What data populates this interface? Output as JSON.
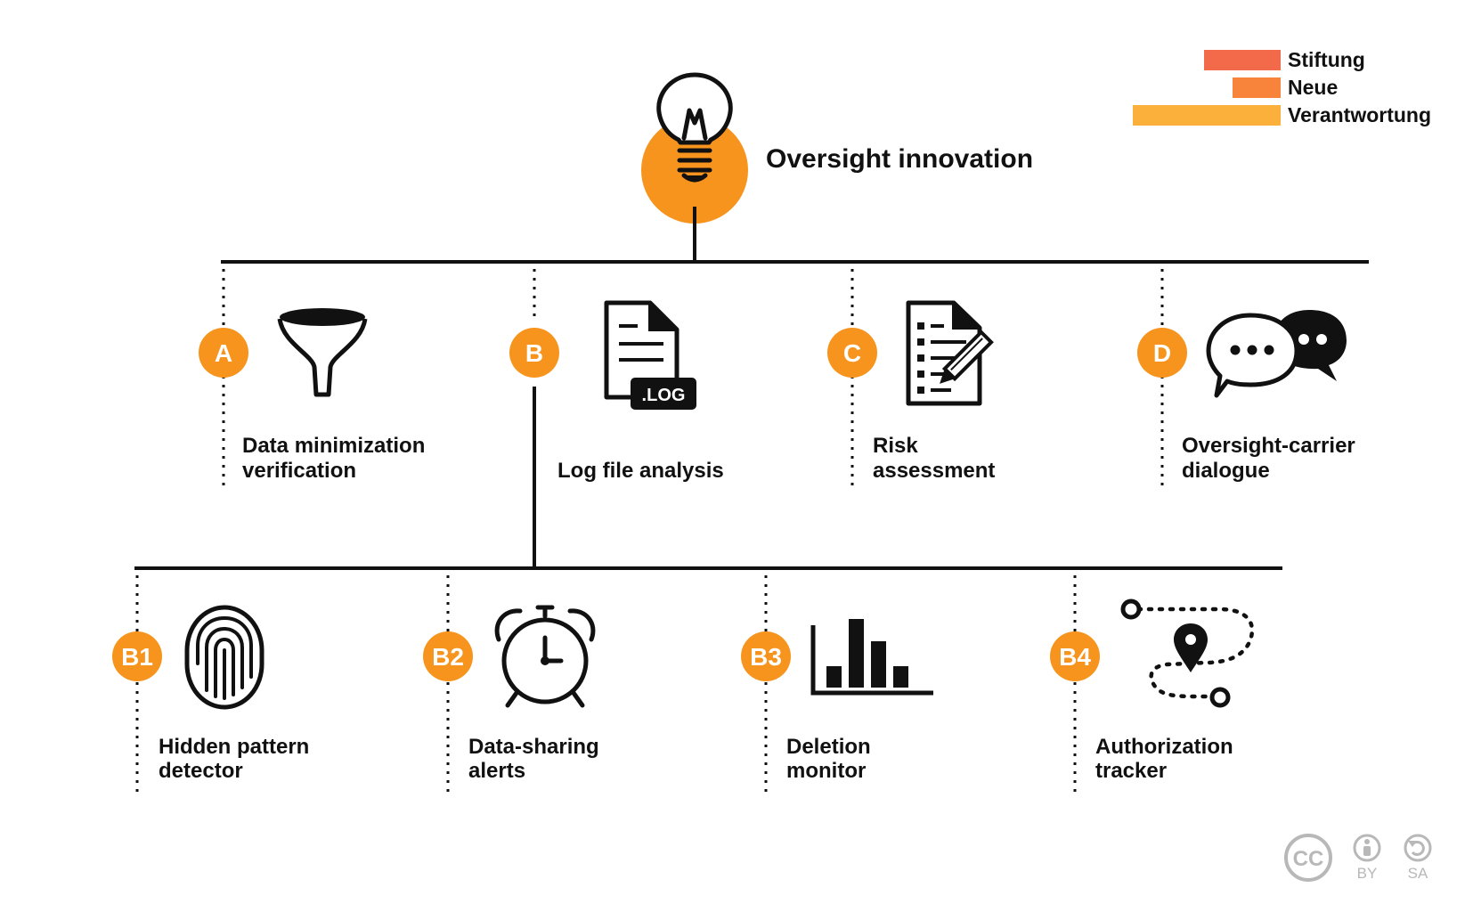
{
  "colors": {
    "accent": "#f7941d",
    "ink": "#111111",
    "logo_bar_1": "#f36a4a",
    "logo_bar_2": "#f7843a",
    "logo_bar_3": "#fbb03b",
    "cc_gray": "#b8b8b8"
  },
  "logo": {
    "line1": "Stiftung",
    "line2": "Neue",
    "line3": "Verantwortung"
  },
  "root": {
    "title": "Oversight innovation",
    "icon": "lightbulb-icon"
  },
  "level1": [
    {
      "badge": "A",
      "icon": "funnel-icon",
      "line1": "Data minimization",
      "line2": "verification"
    },
    {
      "badge": "B",
      "icon": "log-file-icon",
      "icon_text": ".LOG",
      "line1": "",
      "line2": "Log file analysis"
    },
    {
      "badge": "C",
      "icon": "checklist-pencil-icon",
      "line1": "Risk",
      "line2": "assessment"
    },
    {
      "badge": "D",
      "icon": "speech-bubbles-icon",
      "line1": "Oversight-carrier",
      "line2": "dialogue"
    }
  ],
  "level2": [
    {
      "badge": "B1",
      "icon": "fingerprint-icon",
      "line1": "Hidden pattern",
      "line2": "detector"
    },
    {
      "badge": "B2",
      "icon": "alarm-clock-icon",
      "line1": "Data-sharing",
      "line2": "alerts"
    },
    {
      "badge": "B3",
      "icon": "bar-chart-icon",
      "line1": "Deletion",
      "line2": "monitor"
    },
    {
      "badge": "B4",
      "icon": "route-pin-icon",
      "line1": "Authorization",
      "line2": "tracker"
    }
  ],
  "license": {
    "cc": "CC",
    "by": "BY",
    "sa": "SA"
  }
}
